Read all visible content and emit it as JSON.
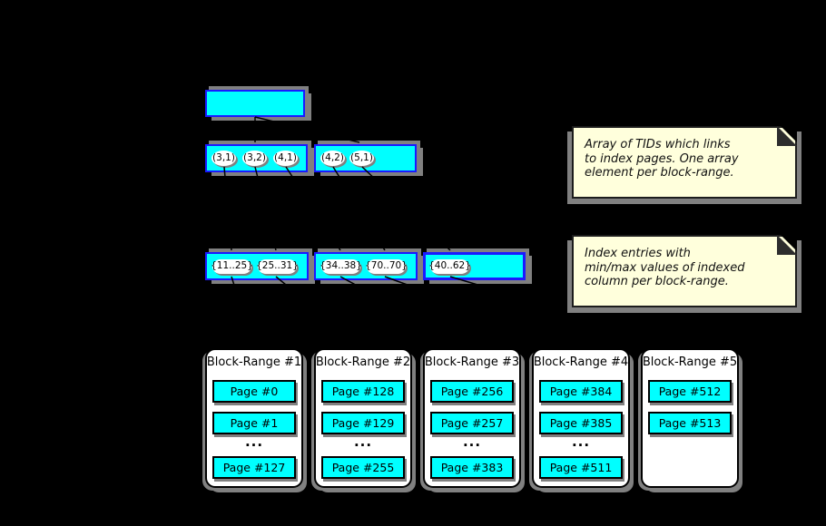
{
  "revmap": {
    "boxes": [
      {
        "tids": [
          "(3,1)",
          "(3,2)",
          "(4,1)"
        ]
      },
      {
        "tids": [
          "(4,2)",
          "(5,1)"
        ]
      }
    ]
  },
  "index_row": {
    "boxes": [
      {
        "entries": [
          "{11..25}",
          "{25..31}"
        ]
      },
      {
        "entries": [
          "{34..38}",
          "{70..70}"
        ]
      },
      {
        "entries": [
          "{40..62}"
        ]
      }
    ]
  },
  "notes": [
    {
      "lines": [
        "Array of TIDs which links",
        "to index pages. One array",
        "element per block-range."
      ]
    },
    {
      "lines": [
        "Index entries with",
        "min/max values of indexed",
        "column per block-range."
      ]
    }
  ],
  "block_ranges": [
    {
      "title": "Block-Range #1",
      "pages": [
        "Page #0",
        "Page #1"
      ],
      "dots": "...",
      "last_page": "Page #127"
    },
    {
      "title": "Block-Range #2",
      "pages": [
        "Page #128",
        "Page #129"
      ],
      "dots": "...",
      "last_page": "Page #255"
    },
    {
      "title": "Block-Range #3",
      "pages": [
        "Page #256",
        "Page #257"
      ],
      "dots": "...",
      "last_page": "Page #383"
    },
    {
      "title": "Block-Range #4",
      "pages": [
        "Page #384",
        "Page #385"
      ],
      "dots": "...",
      "last_page": "Page #511"
    },
    {
      "title": "Block-Range #5",
      "pages": [
        "Page #512",
        "Page #513"
      ]
    }
  ],
  "colors": {
    "background": "#000000",
    "box_fill": "#00ffff",
    "box_border": "#1a1aff",
    "shadow": "#808080",
    "note_bg": "#ffffdc",
    "card_bg": "#ffffff"
  }
}
